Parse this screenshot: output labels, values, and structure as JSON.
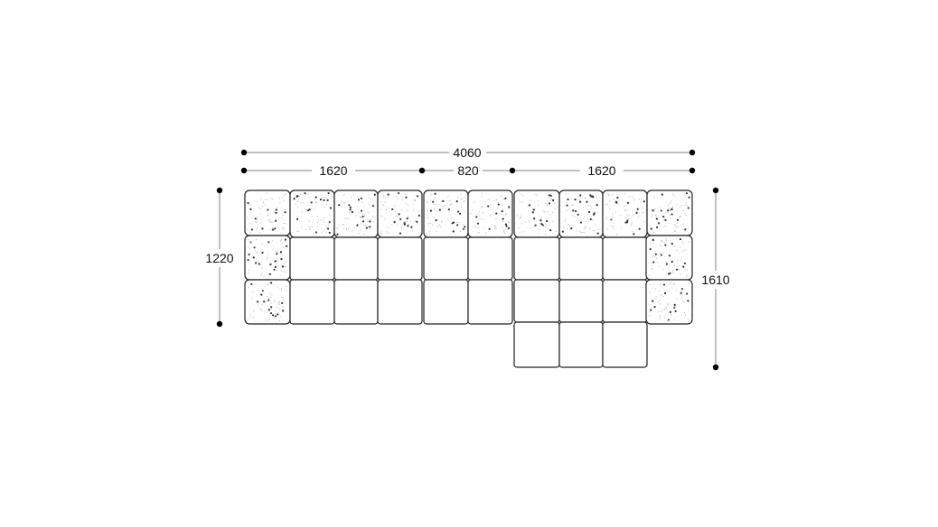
{
  "dimensions": {
    "total_width": "4060",
    "left_section_width": "1620",
    "middle_section_width": "820",
    "right_section_width": "1620",
    "left_depth": "1220",
    "right_depth": "1610"
  },
  "colors": {
    "line": "#222222",
    "dimension_line": "#9a9a9a",
    "background": "#ffffff"
  }
}
